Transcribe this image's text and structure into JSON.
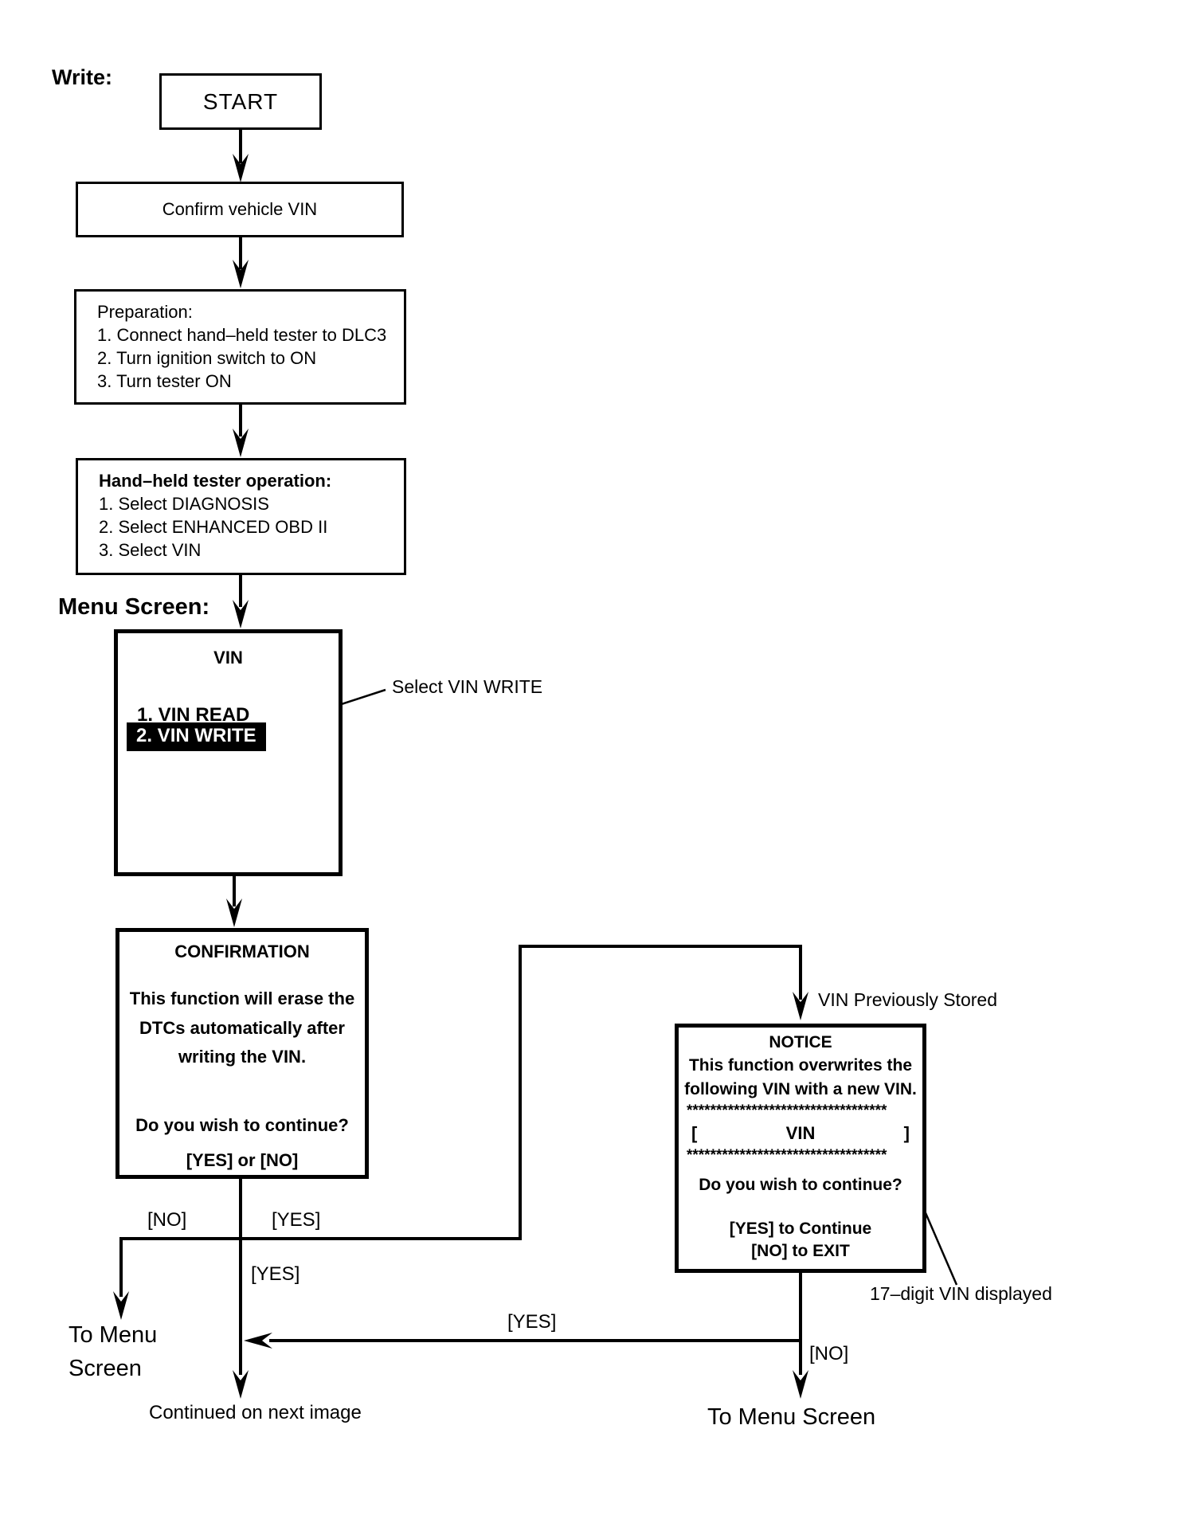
{
  "labels": {
    "write": "Write:",
    "menu_screen": "Menu Screen:"
  },
  "boxes": {
    "start": "START",
    "confirm_vin": "Confirm vehicle VIN",
    "preparation": {
      "title": "Preparation:",
      "step1": "1. Connect hand–held tester to DLC3",
      "step2": "2. Turn ignition switch to ON",
      "step3": "3. Turn tester ON"
    },
    "tester_operation": {
      "title": "Hand–held tester operation:",
      "step1": "1. Select DIAGNOSIS",
      "step2": "2. Select ENHANCED OBD II",
      "step3": "3. Select VIN"
    },
    "vin_menu": {
      "title": "VIN",
      "item_read": "1. VIN READ",
      "item_write": "2. VIN WRITE"
    },
    "confirmation": {
      "title": "CONFIRMATION",
      "line1": "This function will erase the",
      "line2": "DTCs automatically after",
      "line3": "writing the VIN.",
      "question": "Do you wish to continue?",
      "options": "[YES] or [NO]"
    },
    "notice": {
      "title": "NOTICE",
      "line1": "This function overwrites the",
      "line2": "following VIN with a new VIN.",
      "stars_top": "**********************************",
      "bracket_open": "[",
      "vin": "VIN",
      "bracket_close": "]",
      "stars_bottom": "**********************************",
      "question": "Do you wish to continue?",
      "yes_line": "[YES] to Continue",
      "no_line": "[NO] to EXIT"
    }
  },
  "callouts": {
    "select_vin_write": "Select VIN WRITE",
    "vin_previously_stored": "VIN Previously Stored",
    "vin_17_digit": "17–digit VIN displayed"
  },
  "branch_labels": {
    "confirm_no": "[NO]",
    "confirm_yes": "[YES]",
    "continue_yes": "[YES]",
    "notice_yes": "[YES]",
    "notice_no": "[NO]"
  },
  "destinations": {
    "to_menu_line1": "To Menu",
    "to_menu_line2": "Screen",
    "continued": "Continued on next image",
    "to_menu_screen": "To Menu Screen"
  },
  "colors": {
    "ink": "#000000",
    "paper": "#ffffff",
    "highlight_bg": "#000000",
    "highlight_fg": "#ffffff"
  }
}
